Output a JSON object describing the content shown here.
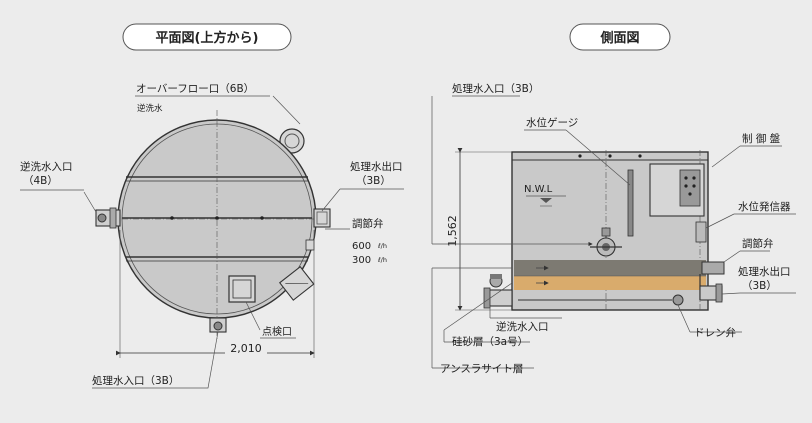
{
  "plan": {
    "title": "平面図(上方から)",
    "overflow": "オーバーフロー口（6B）",
    "backwash_sub": "逆洗水",
    "backwash_inlet": "逆洗水入口",
    "backwash_inlet_size": "（4B）",
    "treated_outlet": "処理水出口",
    "treated_outlet_size": "（3B）",
    "control_valve": "調節弁",
    "flow_high": "600",
    "flow_low": "300",
    "flow_unit": "ℓ/h",
    "inspection": "点検口",
    "width": "2,010",
    "treated_inlet": "処理水入口（3B）"
  },
  "side": {
    "title": "側面図",
    "treated_inlet": "処理水入口（3B）",
    "level_gauge": "水位ゲージ",
    "control_panel": "制 御 盤",
    "nwl": "N.W.L",
    "height": "1,562",
    "level_transmitter": "水位発信器",
    "control_valve": "調節弁",
    "treated_outlet": "処理水出口",
    "treated_outlet_size": "（3B）",
    "backwash_inlet": "逆洗水入口",
    "silica_layer": "硅砂層（3a号）",
    "drain_valve": "ドレン弁",
    "anthracite_layer": "アンスラサイト層"
  },
  "colors": {
    "tank_fill": "#c9c9c9",
    "anthracite": "#7d7a72",
    "silica": "#d9ab6c",
    "line": "#333333",
    "background": "#ececec"
  }
}
